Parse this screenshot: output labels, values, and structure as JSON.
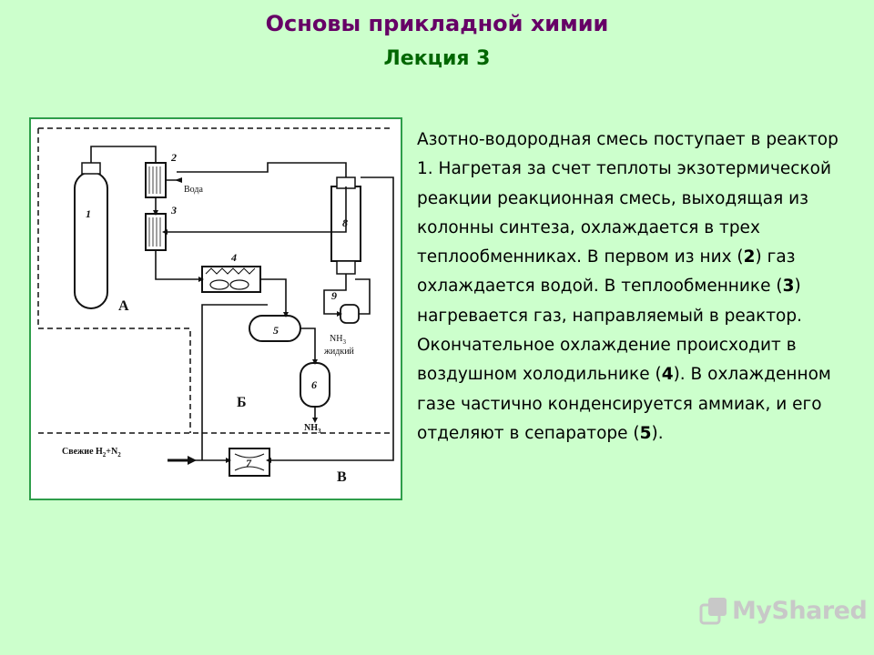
{
  "header": {
    "title": "Основы прикладной химии",
    "subtitle": "Лекция 3"
  },
  "diagram": {
    "labels": {
      "n1": "1",
      "n2": "2",
      "n3": "3",
      "n4": "4",
      "n5": "5",
      "n6": "6",
      "n7": "7",
      "n8": "8",
      "n9": "9",
      "water": "Вода",
      "zone_a": "А",
      "zone_b": "Б",
      "zone_v": "В",
      "nh3_liquid_top": "NH",
      "nh3_liquid_sub": "3",
      "nh3_liquid_word": "жидкий",
      "nh3_out": "NH",
      "nh3_out_sub": "3",
      "fresh": "Свежие H",
      "fresh_sub1": "2",
      "fresh_plus": "+N",
      "fresh_sub2": "2"
    }
  },
  "text": {
    "p1": "Азотно-водородная смесь поступает в реактор 1. Нагретая за счет теплоты экзотермической реакции реакционная смесь, выходящая из колонны синтеза, охлаждается в трех теплообменниках. В первом из них (",
    "b2": "2",
    "p2": ") газ охлаждается водой. В теплообменнике (",
    "b3": "3",
    "p3": ") нагревается газ, направляемый в реактор. Окончательное охлаждение происходит в воздушном холодильнике (",
    "b4": "4",
    "p4": "). В охлажденном газе частично конденсируется аммиак, и его отделяют в сепараторе (",
    "b5": "5",
    "p5": ")."
  },
  "watermark": {
    "brand": "MyShared"
  }
}
